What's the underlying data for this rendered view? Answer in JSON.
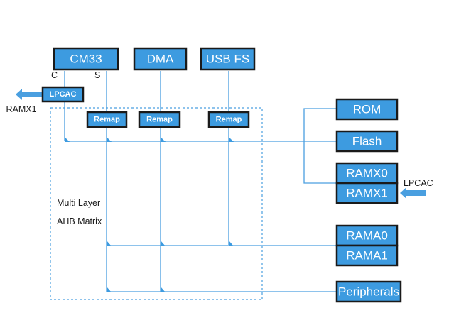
{
  "masters": {
    "cm33": "CM33",
    "dma": "DMA",
    "usb_fs": "USB FS"
  },
  "ports": {
    "c": "C",
    "s": "S"
  },
  "remap": {
    "cm33": "Remap",
    "dma": "Remap",
    "usb_fs": "Remap"
  },
  "lpcac": {
    "left": "LPCAC",
    "right": "LPCAC"
  },
  "ramx1_side_label": "RAMX1",
  "matrix": {
    "line1": "Multi Layer",
    "line2": "AHB Matrix"
  },
  "slaves": {
    "rom": "ROM",
    "flash": "Flash",
    "ramx0": "RAMX0",
    "ramx1": "RAMX1",
    "rama0": "RAMA0",
    "rama1": "RAMA1",
    "peripherals": "Peripherals"
  },
  "colors": {
    "box_fill": "#3d9be0",
    "box_border": "#1a1a1a",
    "line": "#4a9fe0"
  }
}
